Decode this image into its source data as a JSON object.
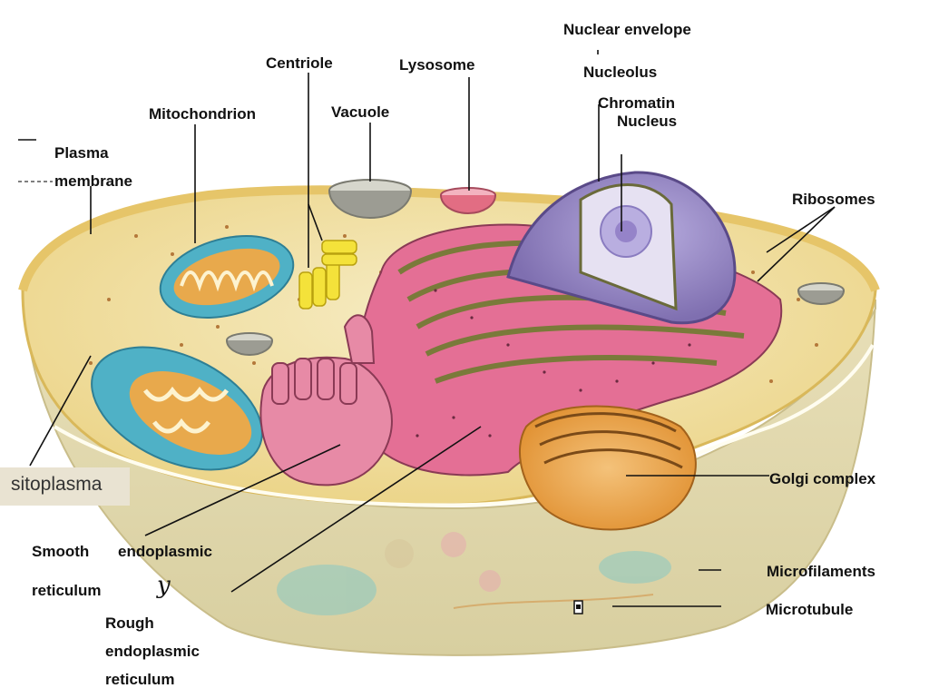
{
  "labels": {
    "nuclear_envelope": "Nuclear envelope",
    "centriole": "Centriole",
    "lysosome": "Lysosome",
    "nucleolus": "Nucleolus",
    "chromatin": "Chromatin",
    "nucleus": "Nucleus",
    "mitochondrion": "Mitochondrion",
    "vacuole": "Vacuole",
    "plasma": "Plasma",
    "membrane": "membrane",
    "ribosomes": "Ribosomes",
    "sitoplasma": "sitoplasma",
    "golgi_complex": "Golgi complex",
    "smooth": "Smooth",
    "endoplasmic_1": "endoplasmic",
    "reticulum_1": "reticulum",
    "y_mark": "y",
    "microfilaments": "Microfilaments",
    "microtubule": "Microtubule",
    "rough": "Rough",
    "endoplasmic_2": "endoplasmic",
    "reticulum_2": "reticulum"
  },
  "colors": {
    "cytoplasm": "#f3e6b0",
    "membrane_outer": "#e9cf7a",
    "cell_base": "#e2d9b0",
    "mitochondrion": "#55b6c9",
    "mito_cristae": "#e8a94c",
    "rough_er": "#e46f95",
    "er_membrane": "#7a7a3a",
    "nucleus": "#9d8ec6",
    "nucleolus": "#cfc3e6",
    "golgi": "#e9a244",
    "centriole": "#f4e23a",
    "vacuole": "#b9b9b0",
    "lysosome": "#e26d83",
    "leader_line": "#111111"
  }
}
